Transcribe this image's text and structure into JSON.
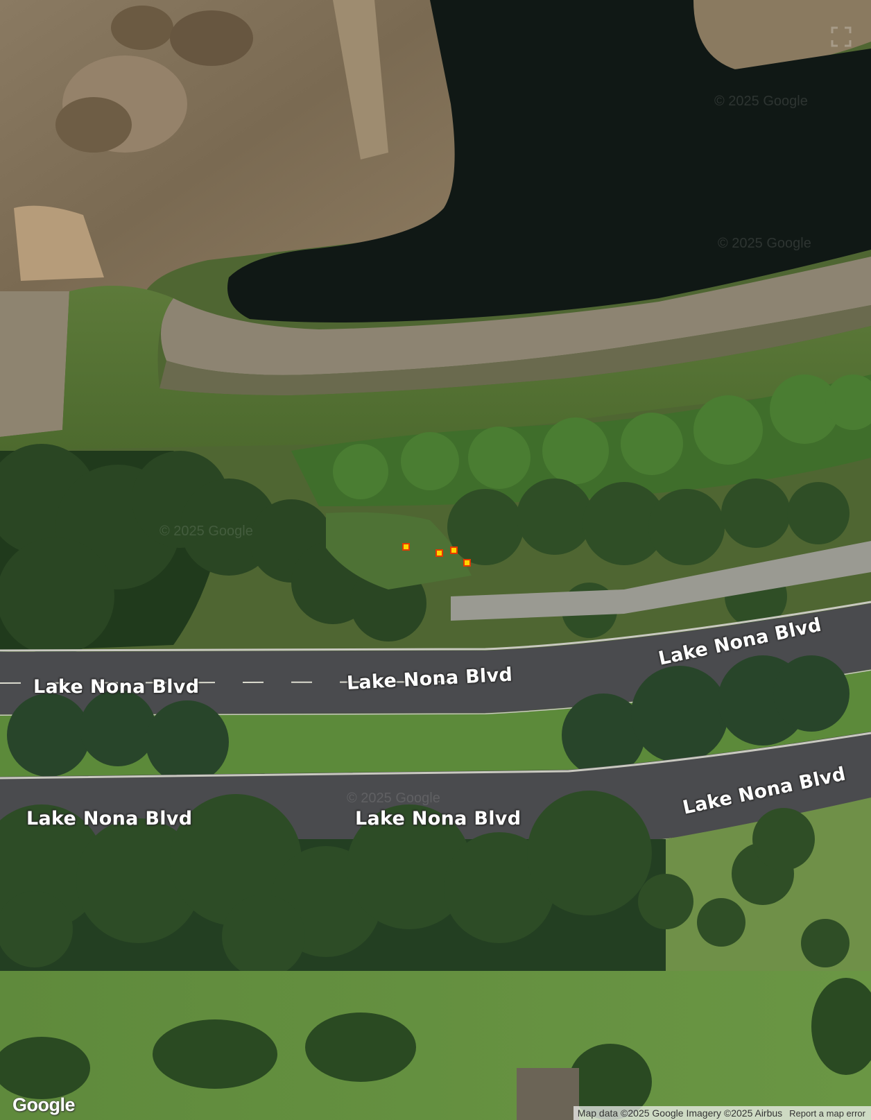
{
  "map": {
    "type": "satellite",
    "road_labels": [
      "Lake Nona Blvd",
      "Lake Nona Blvd",
      "Lake Nona Blvd",
      "Lake Nona Blvd",
      "Lake Nona Blvd",
      "Lake Nona Blvd"
    ],
    "watermark_text": "© 2025 Google",
    "logo": "Google",
    "attribution": "Map data ©2025 Google Imagery ©2025 Airbus",
    "report_link": "Report a map error",
    "marker_color": "#ffd400",
    "marker_border_color": "#e53a00",
    "marker_count": 4
  }
}
